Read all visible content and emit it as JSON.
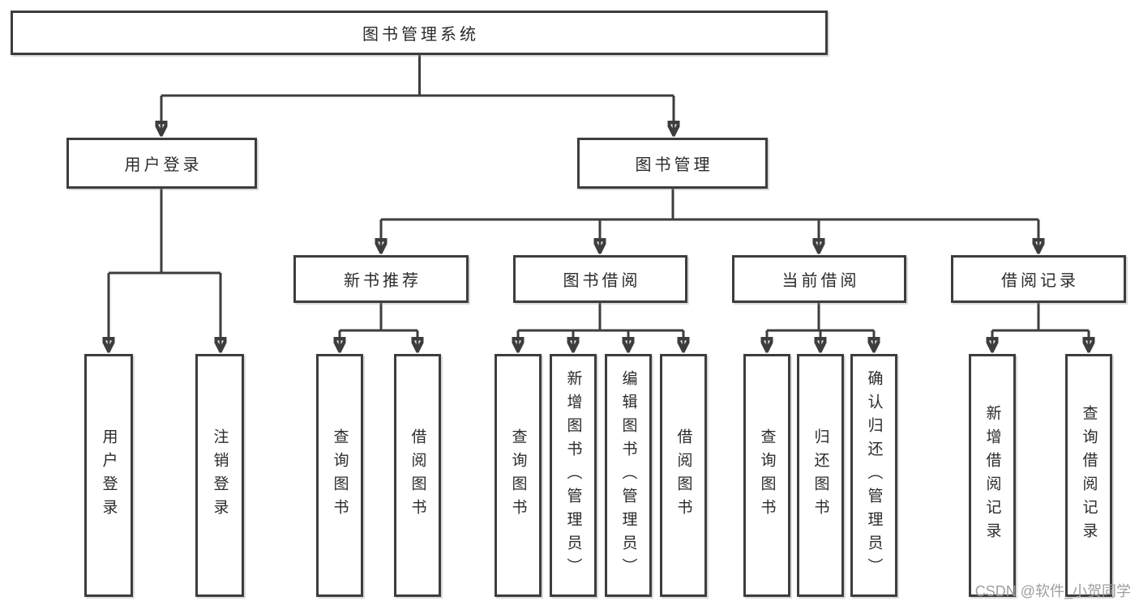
{
  "colors": {
    "line": "#3d3d3d",
    "box_border": "#3d3d3d",
    "box_fill": "#ffffff",
    "text": "#2b2b2b",
    "watermark_text": "#9e9e9e",
    "background": "#ffffff"
  },
  "watermark": "CSDN @软件_小贺同学",
  "tree": {
    "root": "图书管理系统",
    "branches": [
      {
        "label": "用户登录",
        "children": [
          "用户登录",
          "注销登录"
        ]
      },
      {
        "label": "图书管理",
        "groups": [
          {
            "label": "新书推荐",
            "children": [
              "查询图书",
              "借阅图书"
            ]
          },
          {
            "label": "图书借阅",
            "children": [
              "查询图书",
              "新增图书（管理员）",
              "编辑图书（管理员）",
              "借阅图书"
            ]
          },
          {
            "label": "当前借阅",
            "children": [
              "查询图书",
              "归还图书",
              "确认归还（管理员）"
            ]
          },
          {
            "label": "借阅记录",
            "children": [
              "新增借阅记录",
              "查询借阅记录"
            ]
          }
        ]
      }
    ]
  }
}
